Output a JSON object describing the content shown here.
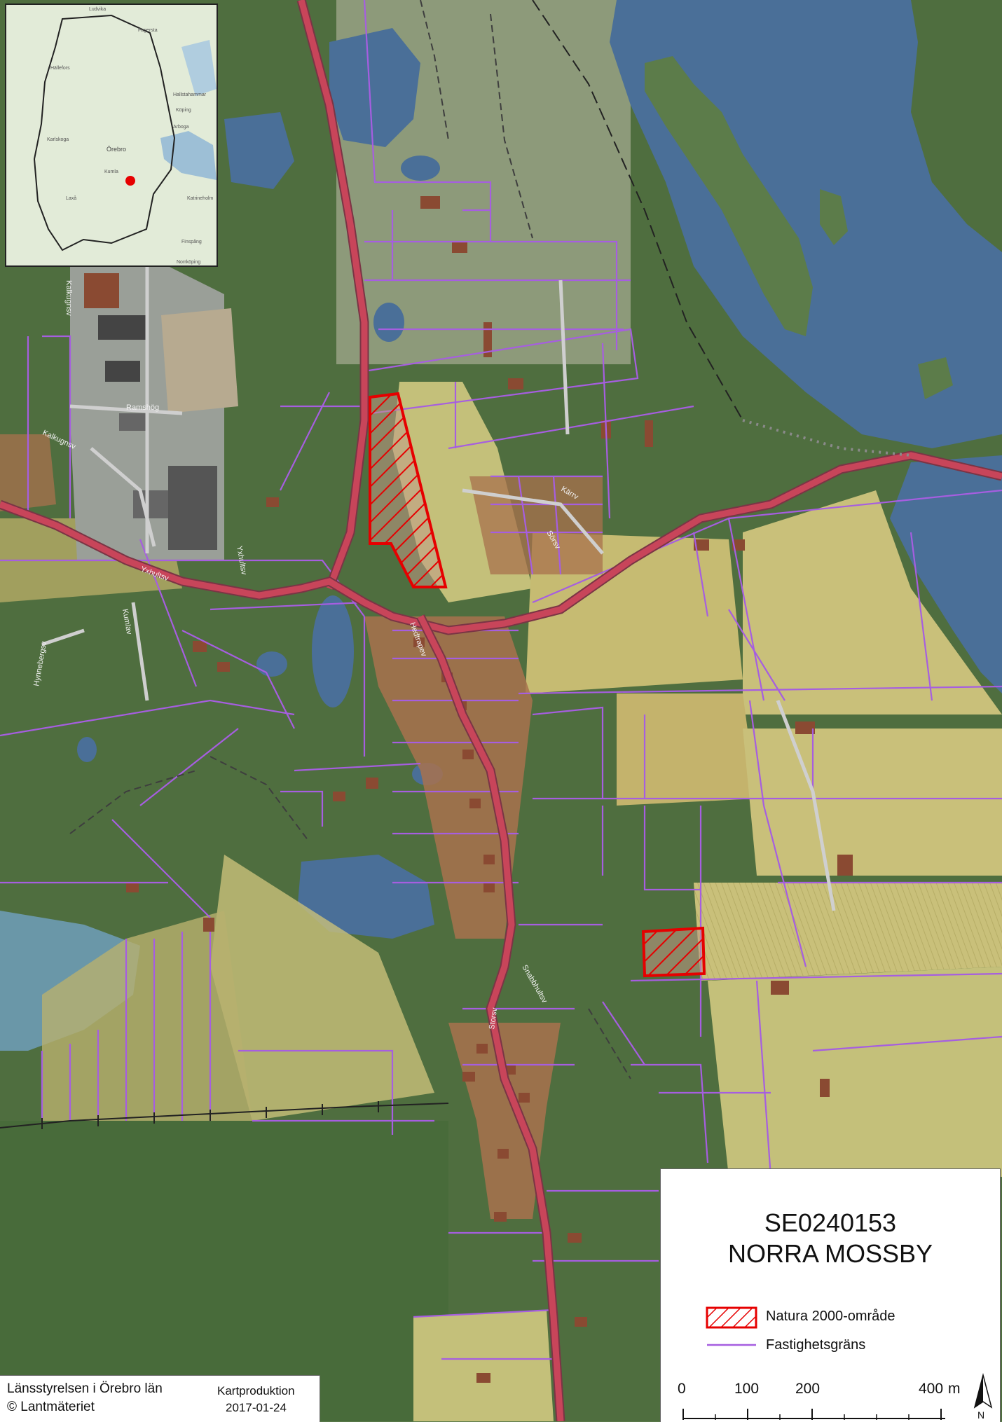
{
  "map": {
    "legend": {
      "site_code": "SE0240153",
      "site_name": "NORRA MOSSBY",
      "items": [
        {
          "label": "Natura 2000-område",
          "color": "#e60000",
          "symbol": "hatched-polygon"
        },
        {
          "label": "Fastighetsgräns",
          "color": "#a65ee0",
          "symbol": "line"
        }
      ]
    },
    "scale_bar": {
      "labels": [
        "0",
        "100",
        "200",
        "400"
      ],
      "unit": "m",
      "north_label": "N"
    },
    "credits": {
      "line1": "Länsstyrelsen i Örebro län",
      "line2": "© Lantmäteriet",
      "production_label": "Kartproduktion",
      "production_date": "2017-01-24"
    },
    "inset": {
      "places": [
        "Ludvika",
        "Fagersta",
        "Hällefors",
        "Hallstahammar",
        "Köping",
        "Arboga",
        "Karlskoga",
        "Örebro",
        "Kumla",
        "Katrineholm",
        "Laxå",
        "Finspång",
        "Norrköping"
      ]
    },
    "road_labels": [
      "Kalkugnsv",
      "Kalkugnsv",
      "Ramshög",
      "Yxhultsv",
      "Yxhultsv",
      "Kumlav",
      "Hynnebergsv",
      "Hedtrapev",
      "Kärrv",
      "Sörsv",
      "Storsv",
      "Snabbhultsv"
    ],
    "colors": {
      "natura": "#e60000",
      "property_line": "#a65ee0",
      "road": "#c8455a",
      "water": "#4a6f98",
      "forest": "#4f6e3f",
      "field": "#c4c07a",
      "built": "#a8724e"
    }
  }
}
